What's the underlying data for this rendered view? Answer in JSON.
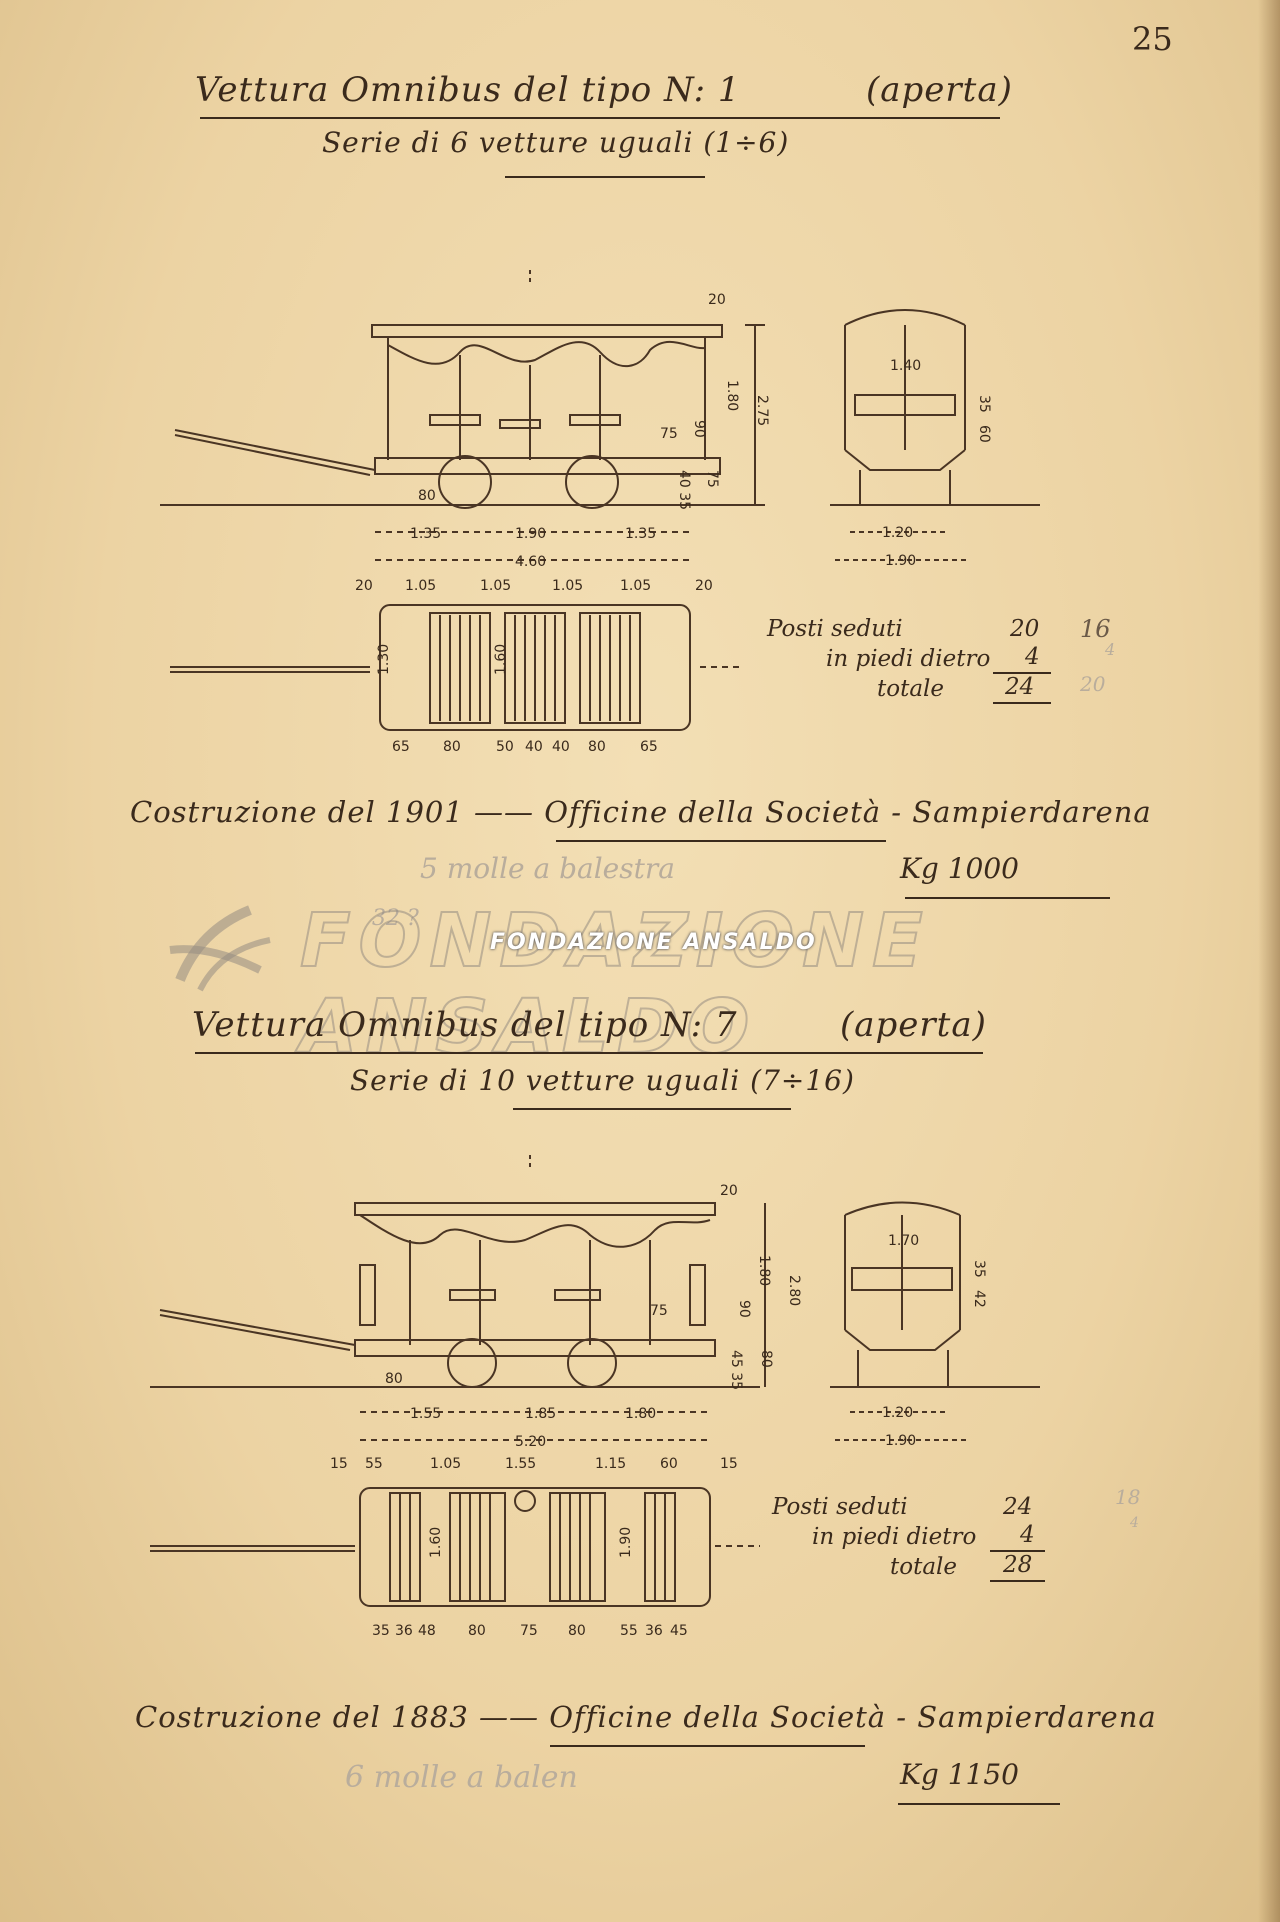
{
  "page_number": "25",
  "watermark": {
    "text": "FONDAZIONE ANSALDO"
  },
  "section1": {
    "title": "Vettura Omnibus del tipo N: 1",
    "title_note": "(aperta)",
    "series": "Serie di 6 vetture uguali (1÷6)",
    "side_dims": {
      "top_gap": "20",
      "h_180": "1.80",
      "h_275": "2.75",
      "h_90": "90",
      "h_75": "75",
      "h_7_5": "75",
      "h_40_35": "40 35",
      "h_75b": "75",
      "wheel": "80",
      "len_135a": "1.35",
      "len_190": "1.90",
      "len_135b": "1.35",
      "len_total": "4.60"
    },
    "end_dims": {
      "inner_width": "1.40",
      "h_35": "35",
      "h_60": "60",
      "w_120": "1.20",
      "w_190": "1.90"
    },
    "plan_dims": {
      "top": [
        "20",
        "1.05",
        "1.05",
        "1.05",
        "1.05",
        "20"
      ],
      "bottom": [
        "65",
        "80",
        "50",
        "40",
        "40",
        "80",
        "65"
      ],
      "w_150": "1.30",
      "w_160": "1.60"
    },
    "capacity": {
      "seated_label": "Posti seduti",
      "seated_value": "20",
      "standing_label": "in piedi dietro",
      "standing_value": "4",
      "total_label": "totale",
      "total_value": "24",
      "pencil_seated": "16",
      "pencil_standing": "4",
      "pencil_total": "20"
    },
    "construction": "Costruzione del 1901 —— Officine della Società - Sampierdarena",
    "weight": "Kg 1000",
    "pencil_note": "5 molle a balestra",
    "pencil_note2": "32 ?"
  },
  "section2": {
    "title": "Vettura Omnibus del tipo N: 7",
    "title_note": "(aperta)",
    "series": "Serie di 10 vetture uguali (7÷16)",
    "side_dims": {
      "top_gap": "20",
      "h_180": "1.80",
      "h_280": "2.80",
      "h_90": "90",
      "h_75": "75",
      "h_80": "80",
      "h_45_35": "45 35",
      "wheel": "80",
      "len_155": "1.55",
      "len_185": "1.85",
      "len_180": "1.80",
      "len_total": "5.20"
    },
    "end_dims": {
      "inner_width": "1.70",
      "h_35": "35",
      "h_42": "42",
      "w_120": "1.20",
      "w_190": "1.90"
    },
    "plan_dims": {
      "top": [
        "15",
        "55",
        "1.05",
        "1.55",
        "1.15",
        "60",
        "15"
      ],
      "bottom": [
        "35",
        "36",
        "48",
        "80",
        "75",
        "80",
        "55",
        "36",
        "45"
      ],
      "w_160": "1.60",
      "w_190": "1.90"
    },
    "capacity": {
      "seated_label": "Posti seduti",
      "seated_value": "24",
      "standing_label": "in piedi dietro",
      "standing_value": "4",
      "total_label": "totale",
      "total_value": "28",
      "pencil_seated": "18",
      "pencil_standing": "4"
    },
    "construction": "Costruzione del 1883 —— Officine della Società - Sampierdarena",
    "weight": "Kg 1150",
    "pencil_note": "6 molle a balen"
  }
}
